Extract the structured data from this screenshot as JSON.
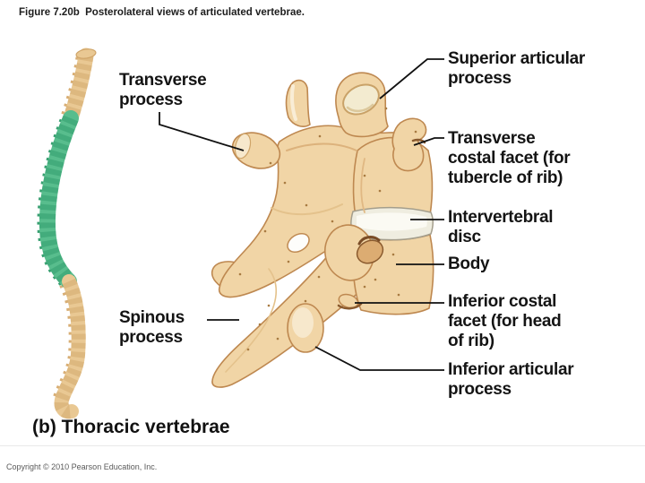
{
  "figure": {
    "title": "Figure 7.20b  Posterolateral views of articulated vertebrae.",
    "caption": "(b) Thoracic vertebrae",
    "copyright": "Copyright © 2010 Pearson Education, Inc."
  },
  "labels": {
    "transverse_process": "Transverse\nprocess",
    "superior_articular_process": "Superior articular\nprocess",
    "transverse_costal_facet": "Transverse\ncostal facet (for\ntubercle of rib)",
    "intervertebral_disc": "Intervertebral\ndisc",
    "body": "Body",
    "inferior_costal_facet": "Inferior costal\nfacet (for head\nof rib)",
    "inferior_articular_process": "Inferior articular\nprocess",
    "spinous_process": "Spinous\nprocess"
  },
  "colors": {
    "bone_fill": "#F1D5A6",
    "bone_outline": "#BE8850",
    "bone_shade": "#DCB27C",
    "bone_highlight": "#F7E8CC",
    "facet_cream": "#F3EBD0",
    "dark_notch": "#8A5A2E",
    "disc_fill": "#EFEDE0",
    "disc_outline": "#A49E8C",
    "thumbnail_tan": "#E9C893",
    "thumbnail_tan_dark": "#D2A76B",
    "thumbnail_green": "#58BD8D",
    "thumbnail_green_dark": "#2E9C6B",
    "leader_line": "#111111",
    "label_text": "#141414"
  }
}
